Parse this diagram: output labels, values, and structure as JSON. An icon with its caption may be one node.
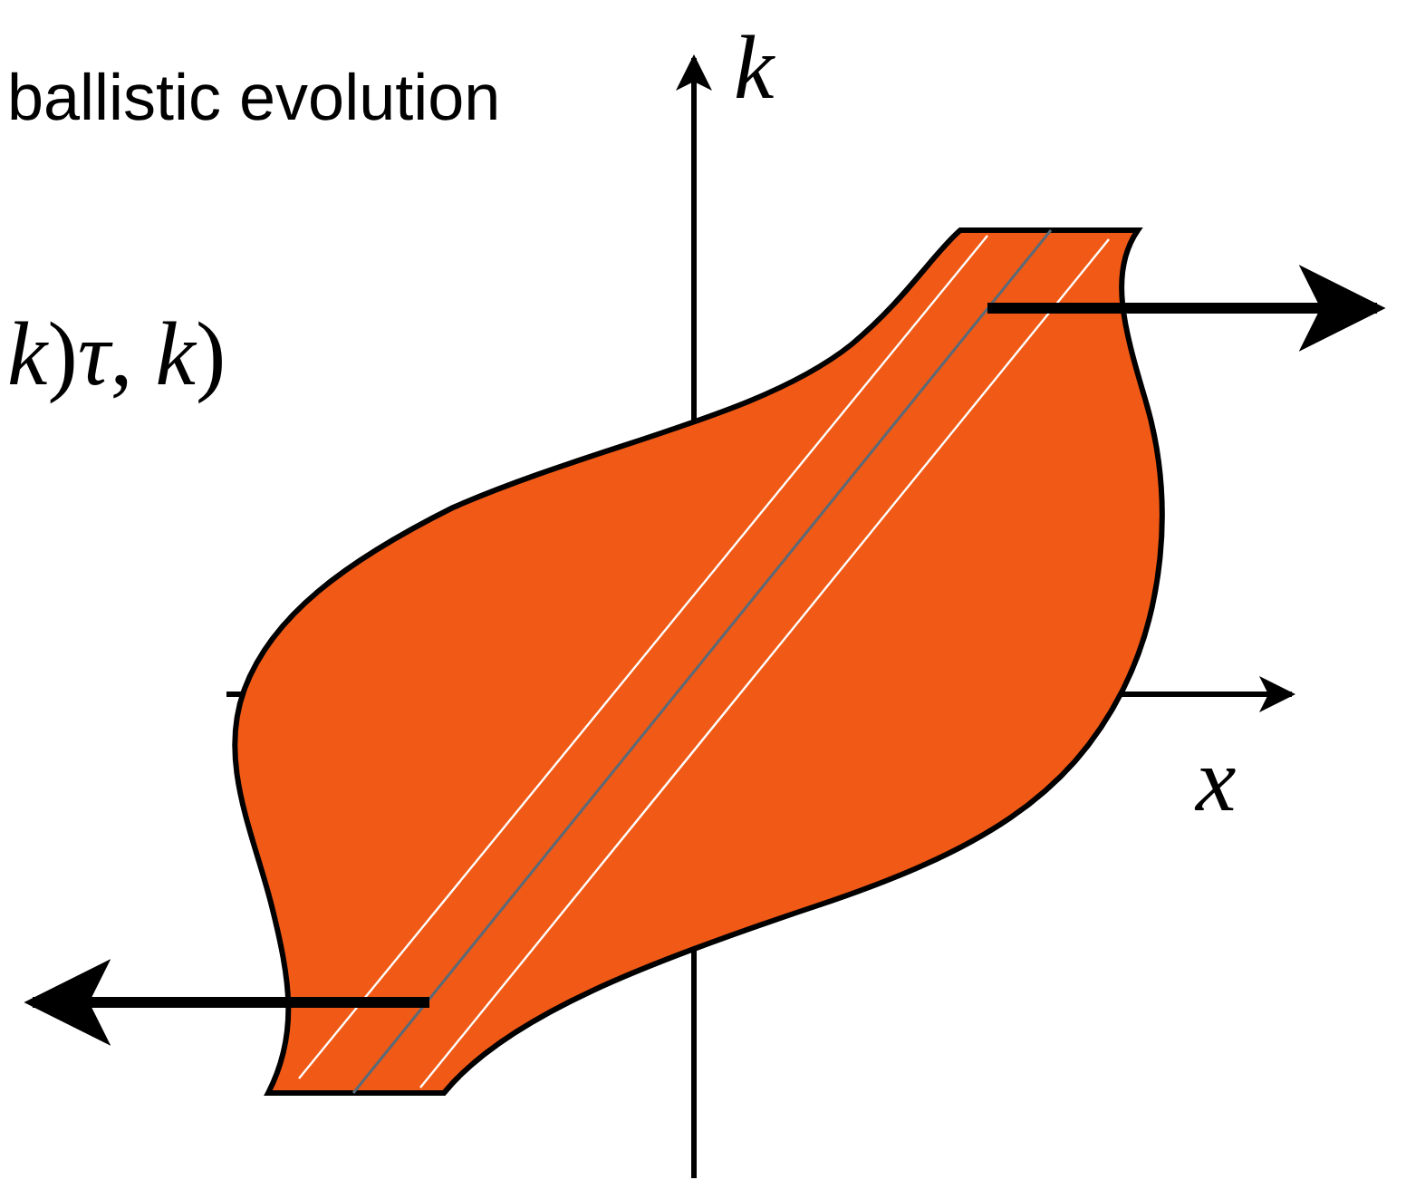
{
  "diagram": {
    "labels": [
      "ballistic evolution",
      "*k*)*τ*, *k*)",
      "*k*",
      "*x*"
    ]
  }
}
